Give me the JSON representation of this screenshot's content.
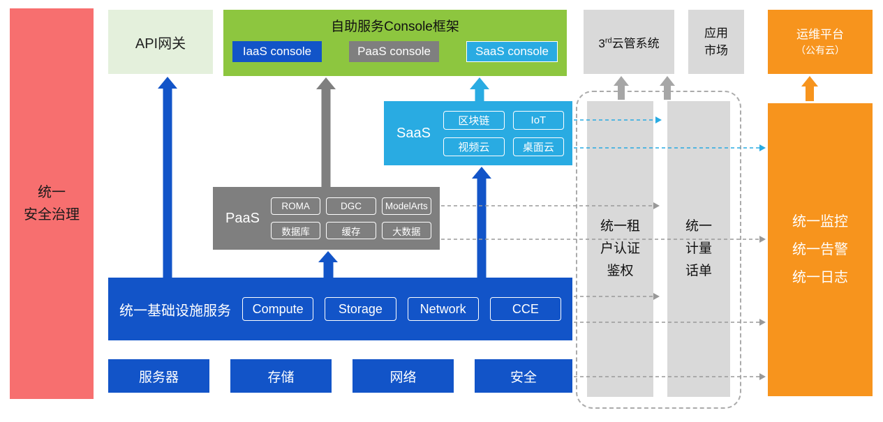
{
  "colors": {
    "red": "#F76F6F",
    "light_green": "#E4F0DC",
    "green": "#8DC63F",
    "blue": "#1254C8",
    "gray": "#7F7F7F",
    "light_gray": "#D9D9D9",
    "cyan": "#29ABE2",
    "orange": "#F7941D"
  },
  "security_bar": {
    "lines": [
      "统一",
      "安全治理"
    ]
  },
  "api_gateway": {
    "label": "API网关"
  },
  "console": {
    "title": "自助服务Console框架",
    "buttons": [
      {
        "label": "IaaS console"
      },
      {
        "label": "PaaS console"
      },
      {
        "label": "SaaS console"
      }
    ]
  },
  "third_party_cloud": {
    "prefix": "3",
    "sup": "rd",
    "rest": "云管系统"
  },
  "app_market": {
    "lines": [
      "应用",
      "市场"
    ]
  },
  "om_platform": {
    "lines": [
      "运维平台",
      "（公有云）"
    ]
  },
  "saas": {
    "label": "SaaS",
    "items": [
      "区块链",
      "IoT",
      "视频云",
      "桌面云"
    ]
  },
  "paas": {
    "label": "PaaS",
    "items": [
      "ROMA",
      "DGC",
      "ModelArts",
      "数据库",
      "缓存",
      "大数据"
    ]
  },
  "infrastructure": {
    "label": "统一基础设施服务",
    "items": [
      "Compute",
      "Storage",
      "Network",
      "CCE"
    ]
  },
  "hardware": {
    "items": [
      "服务器",
      "存储",
      "网络",
      "安全"
    ]
  },
  "auth_bar": {
    "lines": [
      "统一租",
      "户认证",
      "鉴权"
    ]
  },
  "metering_bar": {
    "lines": [
      "统一",
      "计量",
      "话单"
    ]
  },
  "monitoring": {
    "lines": [
      "统一监控",
      "统一告警",
      "统一日志"
    ]
  }
}
